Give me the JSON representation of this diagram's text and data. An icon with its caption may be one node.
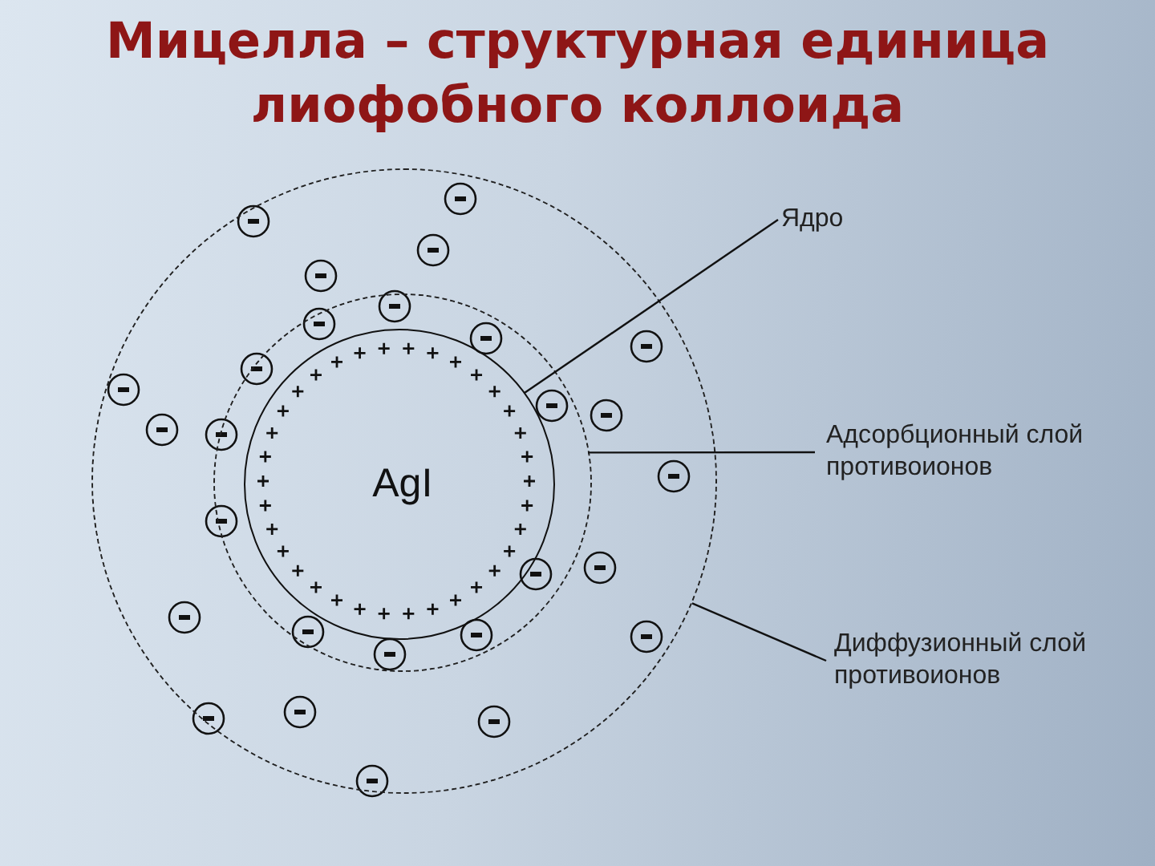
{
  "diagram": {
    "title": "Мицелла – структурная единица лиофобного коллоида",
    "nodes": [
      {
        "text": [],
        "shape": "circle"
      },
      {
        "text": [],
        "shape": "circle",
        "in": 0
      },
      {
        "text": [
          "AgI"
        ],
        "in": 1
      },
      {
        "text": [
          "Ядро"
        ]
      },
      {
        "text": [
          "Адсорбционный слой противоионов"
        ]
      },
      {
        "text": [
          "Диффузионный слой противоионов"
        ]
      }
    ],
    "edges": [
      {
        "from": 3,
        "to": 2,
        "arrow": "none"
      },
      {
        "from": 4,
        "to": 1,
        "arrow": "none"
      },
      {
        "from": 5,
        "to": 0,
        "arrow": "none"
      }
    ]
  }
}
